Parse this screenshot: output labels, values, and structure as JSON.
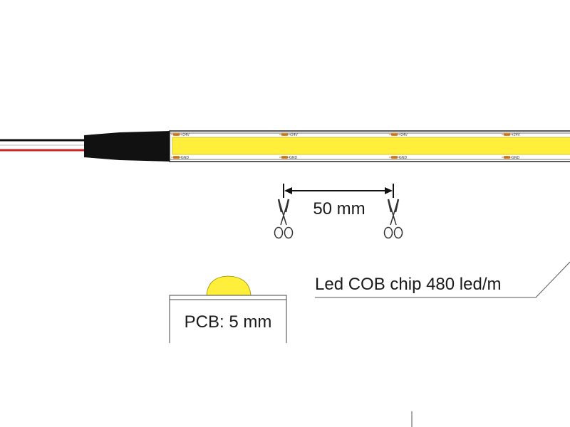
{
  "strip": {
    "led_color": "#ffef3a",
    "pad_color": "#e08a2a",
    "wire_red": "#cc2222",
    "wire_black": "#111111",
    "connector_color": "#111111",
    "pads": [
      {
        "top_label": "+24V",
        "bottom_label": "GND"
      },
      {
        "top_label": "+24V",
        "bottom_label": "GND"
      },
      {
        "top_label": "+24V",
        "bottom_label": "GND"
      },
      {
        "top_label": "+24V",
        "bottom_label": "GND"
      }
    ]
  },
  "cut_spacing": {
    "label": "50 mm",
    "left_icon": "scissors-icon",
    "right_icon": "scissors-icon"
  },
  "chip_callout": {
    "label": "Led COB chip 480 led/m"
  },
  "pcb_profile": {
    "label": "PCB: 5 mm",
    "chip_color": "#ffef3a"
  }
}
